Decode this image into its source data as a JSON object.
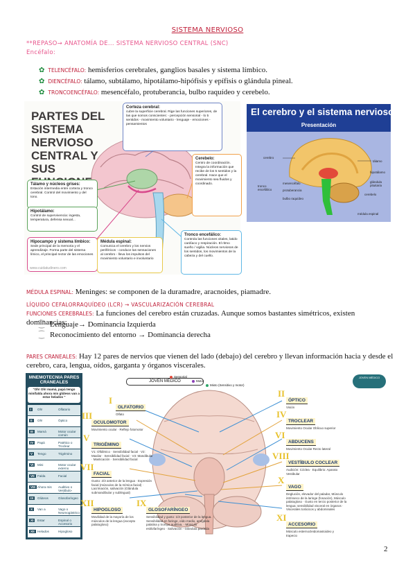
{
  "title": "SISTEMA NERVIOSO",
  "repaso": "**REPASO→ ANATOMÍA DE... SISTEMA NERVIOSO CENTRAL (SNC)",
  "encefalo_label": "Encéfalo:",
  "bullets": [
    {
      "label": "TELENCÉFALO:",
      "text": " hemisferios cerebrales, ganglios basales y sistema límbico."
    },
    {
      "label": "DIENCÉFALO:",
      "text": " tálamo, subtálamo, hipotálamo-hipófisis y epífisis o glándula pineal."
    },
    {
      "label": "TRONCOENCÉFALO:",
      "text": " mesencéfalo, protuberancia, bulbo raquídeo y cerebelo."
    }
  ],
  "figure1": {
    "title": "PARTES DEL SISTEMA NERVIOSO CENTRAL Y SUS FUNCIONES",
    "boxes": [
      {
        "title": "Corteza cerebral:",
        "text": "cubre la superficie cerebral. Rige las funciones superiores, de las que somos conscientes: - percepción sensorial - lo 5 sentidos - movimiento voluntario - lenguaje - emociones - pensamientos",
        "color": "#6f85c7"
      },
      {
        "title": "Cerebelo:",
        "text": "Centro de coordinación. Integra la información que recibe de los 5 sentidos y la cerebral. Hace que el movimiento sea fluidos y coordinado.",
        "color": "#f0a04a"
      },
      {
        "title": "Tálamo y núcleos grises:",
        "text": "Estación intermedia entre corteza y tronco cerebral. Control del movimiento y del tono.",
        "color": "#5aa35a"
      },
      {
        "title": "Hipotálamo:",
        "text": "Control de supervivencia: ingesta, temperatura, defensa sexual...",
        "color": "#5aa35a"
      },
      {
        "title": "Hipocampo y sistema límbico:",
        "text": "Sede principal de la memoria y el aprendizaje. Forma parte del sistema límico, el principal rector de las emociones",
        "color": "#d84a8c"
      },
      {
        "title": "Médula espinal:",
        "text": "Comunica el cerebro y los nervios periféricos - conduce las sensaciones al cerebro - lleva los impulsos del movimiento voluntario e involuntario",
        "color": "#e8c94a"
      },
      {
        "title": "Tronco encefálico:",
        "text": "Controla las funciones vitales, latido cardíaco y respiración. El ritmo sueño / vigilia. Núcleos nerviosos de los sentidos, los movimientos de la cabeza y del cuello.",
        "color": "#5fb7e5"
      }
    ],
    "credit": "www.cuidatudinero.com"
  },
  "figure2": {
    "title": "El cerebro y el sistema nervioso",
    "subtitle": "Presentación",
    "labels": [
      "cerebro",
      "tálamo",
      "hipotálamo",
      "glándula pituitaria",
      "tronco encefálico",
      "mesencéfalo",
      "protuberancia",
      "bulbo raquídeo",
      "cerebelo",
      "médula espinal"
    ]
  },
  "medula": {
    "label": "MÉDULA ESPINAL:",
    "text": " Meninges: se componen de la duramadre, aracnoides, piamadre."
  },
  "lcr": "LÍQUIDO CEFALORRAQUÍDEO (LCR) → VASCULARIZACIÓN CEREBRAL",
  "funciones": {
    "label": "FUNCIONES CEREBRALES:",
    "text": " La funciones del cerebro están cruzadas. Aunque somos bastantes simétricos, existen dominancias:"
  },
  "dominancias": [
    "Lenguaje→ Dominancia Izquierda",
    "Reconocimiento del entorno → Dominancia derecha"
  ],
  "pares": {
    "label": "PARES CRANEALES:",
    "text": " Hay 12 pares de nervios que vienen del lado (debajo) del cerebro y llevan información hacia y desde el cerebro, cara, lengua, oídos, garganta y órganos viscerales."
  },
  "figure3": {
    "mnemo_title": "MNEMOTECNIA PARES CRANEALES",
    "mnemo_phrase": "\"Oh! Oh! mamá, papá tengo minifalda ahora mis glúteos van a estar helados \"",
    "mnemo_rows": [
      {
        "n": "I",
        "w": "Oh!",
        "c": "Olfatorio"
      },
      {
        "n": "II",
        "w": "Oh!",
        "c": "Óptico"
      },
      {
        "n": "III",
        "w": "Mamá",
        "c": "Motor ocular común"
      },
      {
        "n": "IV",
        "w": "Papá",
        "c": "Patético o Troclear"
      },
      {
        "n": "V",
        "w": "Tengo",
        "c": "Trigémino"
      },
      {
        "n": "VI",
        "w": "Mini",
        "c": "Motor ocular externo"
      },
      {
        "n": "VII",
        "w": "Falda",
        "c": "Facial"
      },
      {
        "n": "VIII",
        "w": "Ahora mis",
        "c": "Auditivo o Vestibulo-coclear"
      },
      {
        "n": "IX",
        "w": "Glúteos",
        "c": "Glosofaríngeo"
      },
      {
        "n": "X",
        "w": "Van a",
        "c": "Vago o Neumogástrico"
      },
      {
        "n": "XI",
        "w": "Estar",
        "c": "Espinal o Accesorio"
      },
      {
        "n": "XII",
        "w": "Helados",
        "c": "Hipogloso"
      }
    ],
    "joven": "JOVEN MÉDICO",
    "badge": "JOVEN MÉDICO",
    "legend": [
      "Sensorial",
      "Motor",
      "Mixto (Sensitivo y motor)"
    ],
    "nerves": [
      {
        "num": "I",
        "name": "OLFATORIO",
        "fn": "Olfato"
      },
      {
        "num": "II",
        "name": "ÓPTICO",
        "fn": "Visión"
      },
      {
        "num": "III",
        "name": "OCULOMOTOR",
        "fn": "Movimiento ocular · Reflejo fotomotor"
      },
      {
        "num": "IV",
        "name": "TROCLEAR",
        "fn": "Movimiento Ocular Oblicuo superior"
      },
      {
        "num": "V",
        "name": "TRIGÉMINO",
        "fn": "V1: Oftálmico · Sensibilidad facial · V2: Maxilar · Sensibilidad facial · V3: Mandibular · Masticación · Sensibilidad facial"
      },
      {
        "num": "VI",
        "name": "ABDUCENS",
        "fn": "Movimiento Ocular Recto lateral"
      },
      {
        "num": "VII",
        "name": "FACIAL",
        "fn": "Gusto: 2/3 anterior de la lengua · Expresión facial (músculos de la mímica facial) · Lacrimación, salivación (Glándula submandibular y sublingual)"
      },
      {
        "num": "VIII",
        "name": "VESTÍBULO COCLEAR",
        "fn": "Audición: Cóclea · Equilibrio: Aparato Vestibular"
      },
      {
        "num": "IX",
        "name": "GLOSOFARÍNGEO",
        "fn": "Sensibilidad y gusto: 1/3 posterior de la lengua. Sensibilidad en faringe, oído medio, amígdala palatina y trompa auditiva. · Músculo estilofaríngeo · Salivación - Glándula parótida"
      },
      {
        "num": "X",
        "name": "VAGO",
        "fn": "Deglución, elevador del paladar, Músculo intrínseco de la laringe (fonación), Músculo palatogloso · Gusto en tercio posterior de la lengua; sensibilidad visceral en órganos · Viscerales torácicos y abdominales"
      },
      {
        "num": "XI",
        "name": "ACCESORIO",
        "fn": "Músculo esternocleidomastoideo y trapecio"
      },
      {
        "num": "XII",
        "name": "HIPOGLOSO",
        "fn": "Movilidad de la mayoría de los músculos de la lengua (excepto palatogloso)"
      }
    ]
  },
  "page_number": "2"
}
